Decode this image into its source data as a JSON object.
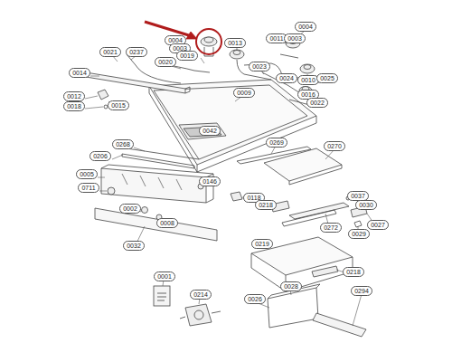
{
  "diagram": {
    "labels": [
      "0004",
      "0003",
      "0019",
      "0004",
      "0011",
      "0003",
      "0013",
      "0021",
      "0237",
      "0014",
      "0020",
      "0023",
      "0010",
      "0024",
      "0025",
      "0009",
      "0016",
      "0022",
      "0012",
      "0018",
      "0015",
      "0042",
      "0268",
      "0269",
      "0270",
      "0206",
      "0005",
      "0146",
      "0711",
      "0118",
      "0037",
      "0218",
      "0030",
      "0002",
      "0027",
      "0008",
      "0272",
      "0029",
      "0032",
      "0219",
      "0218",
      "0001",
      "0028",
      "0214",
      "0026",
      "0294"
    ]
  }
}
